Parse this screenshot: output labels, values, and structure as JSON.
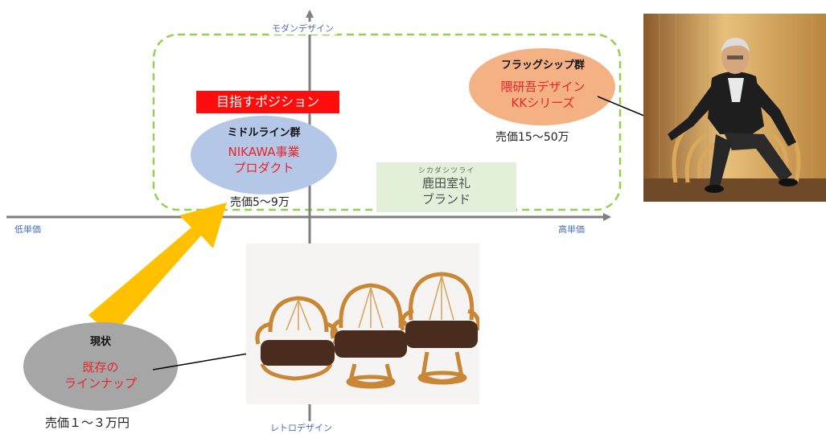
{
  "axes": {
    "top_label": "モダンデザイン",
    "bottom_label": "レトロデザイン",
    "left_label": "低単価",
    "right_label": "高単価"
  },
  "target_position_label": "目指すポジション",
  "middle_line": {
    "title": "ミドルライン群",
    "line1": "NIKAWA事業",
    "line2": "プロダクト",
    "price": "売価5～9万"
  },
  "flagship": {
    "title": "フラッグシップ群",
    "line1": "隈研吾デザイン",
    "line2": "KKシリーズ",
    "price": "売価15～50万"
  },
  "shikada": {
    "ruby": "シカダシツライ",
    "line1": "鹿田室礼",
    "line2": "ブランド"
  },
  "current": {
    "title": "現状",
    "line1": "既存の",
    "line2": "ラインナップ",
    "price": "売価１～３万円"
  },
  "colors": {
    "axis": "#7f7f7f",
    "dashed_border": "#92d050",
    "middle_ellipse": "#b4c7e7",
    "flagship_ellipse": "#f4b183",
    "current_ellipse": "#a6a6a6",
    "arrow": "#ffc000",
    "target_label_bg": "#ff0d0d",
    "shikada_bg": "#e2f0d9"
  }
}
